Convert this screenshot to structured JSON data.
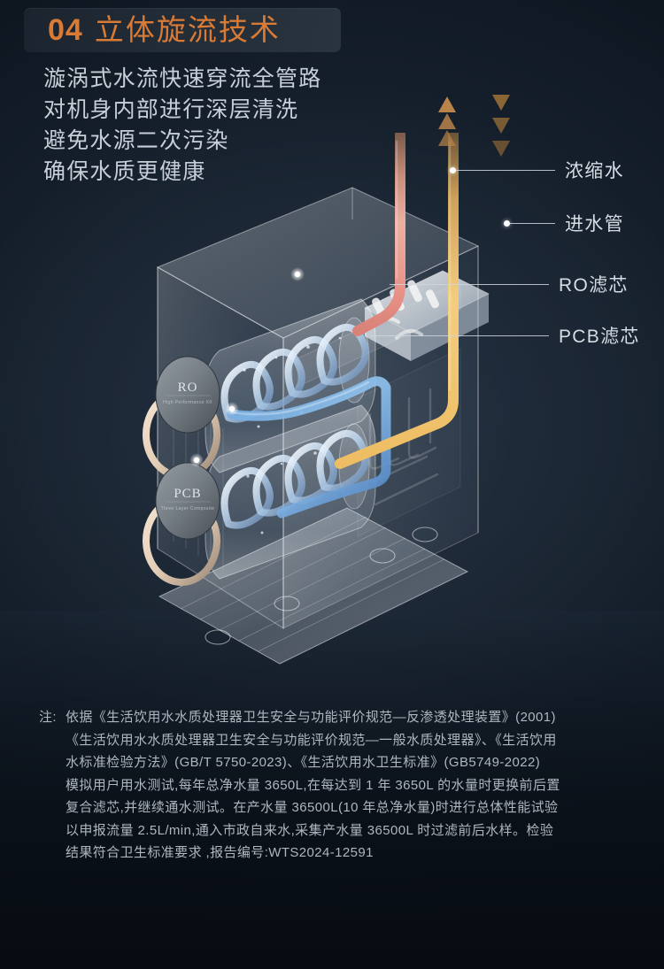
{
  "background": {
    "base_color": "#0d1622",
    "accent_color": "#d97a35",
    "text_color": "#c7ced7"
  },
  "header": {
    "number": "04",
    "title": "立体旋流技术"
  },
  "features": [
    "漩涡式水流快速穿流全管路",
    "对机身内部进行深层清洗",
    "避免水源二次污染",
    "确保水质更健康"
  ],
  "product": {
    "alt": "透明外壳净水器内部立体旋流结构图",
    "cartridges": [
      {
        "code": "RO",
        "subtitle": "High Performance XII"
      },
      {
        "code": "PCB",
        "subtitle": "Three Layer Composite"
      }
    ],
    "tubes": [
      {
        "name": "concentrate-tube",
        "color": "#e08a82",
        "direction": "up"
      },
      {
        "name": "inlet-tube",
        "color": "#e8b košt",
        "direction": "down"
      }
    ]
  },
  "callouts": [
    {
      "label": "浓缩水"
    },
    {
      "label": "进水管"
    },
    {
      "label": "RO滤芯"
    },
    {
      "label": "PCB滤芯"
    }
  ],
  "footnote": {
    "label": "注:",
    "lines": [
      "依据《生活饮用水水质处理器卫生安全与功能评价规范—反渗透处理装置》(2001)",
      "《生活饮用水水质处理器卫生安全与功能评价规范—一般水质处理器》、《生活饮用",
      "水标准检验方法》(GB/T 5750-2023)、《生活饮用水卫生标准》(GB5749-2022)",
      "模拟用户用水测试,每年总净水量 3650L,在每达到 1 年 3650L 的水量时更换前后置",
      "复合滤芯,并继续通水测试。在产水量 36500L(10 年总净水量)时进行总体性能试验",
      "以申报流量 2.5L/min,通入市政自来水,采集产水量 36500L 时过滤前后水样。检验",
      "结果符合卫生标准要求 ,报告编号:WTS2024-12591"
    ]
  }
}
